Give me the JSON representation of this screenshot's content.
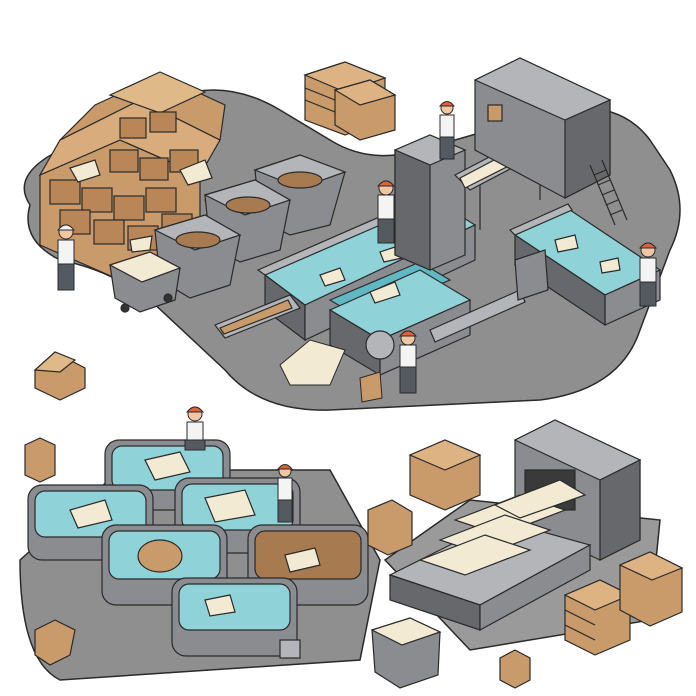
{
  "scene": {
    "colors": {
      "background": "#ffffff",
      "floor": "#8f8f8f",
      "floor_dark": "#7a7a7a",
      "machine": "#8a8c8f",
      "machine_dark": "#66686b",
      "machine_light": "#b3b5b8",
      "water": "#8fd3d9",
      "water_dark": "#5fb8c2",
      "cardboard": "#c99a6a",
      "cardboard_dark": "#a87a4f",
      "paper": "#f2ead2",
      "outline": "#2a2a2a",
      "worker_shirt": "#f4f4f4",
      "worker_pants": "#555a60",
      "hard_hat": "#e0603a"
    },
    "areas": [
      {
        "name": "cardboard-storage-area"
      },
      {
        "name": "pulping-line"
      },
      {
        "name": "soaking-tanks"
      },
      {
        "name": "drying-press"
      }
    ]
  }
}
